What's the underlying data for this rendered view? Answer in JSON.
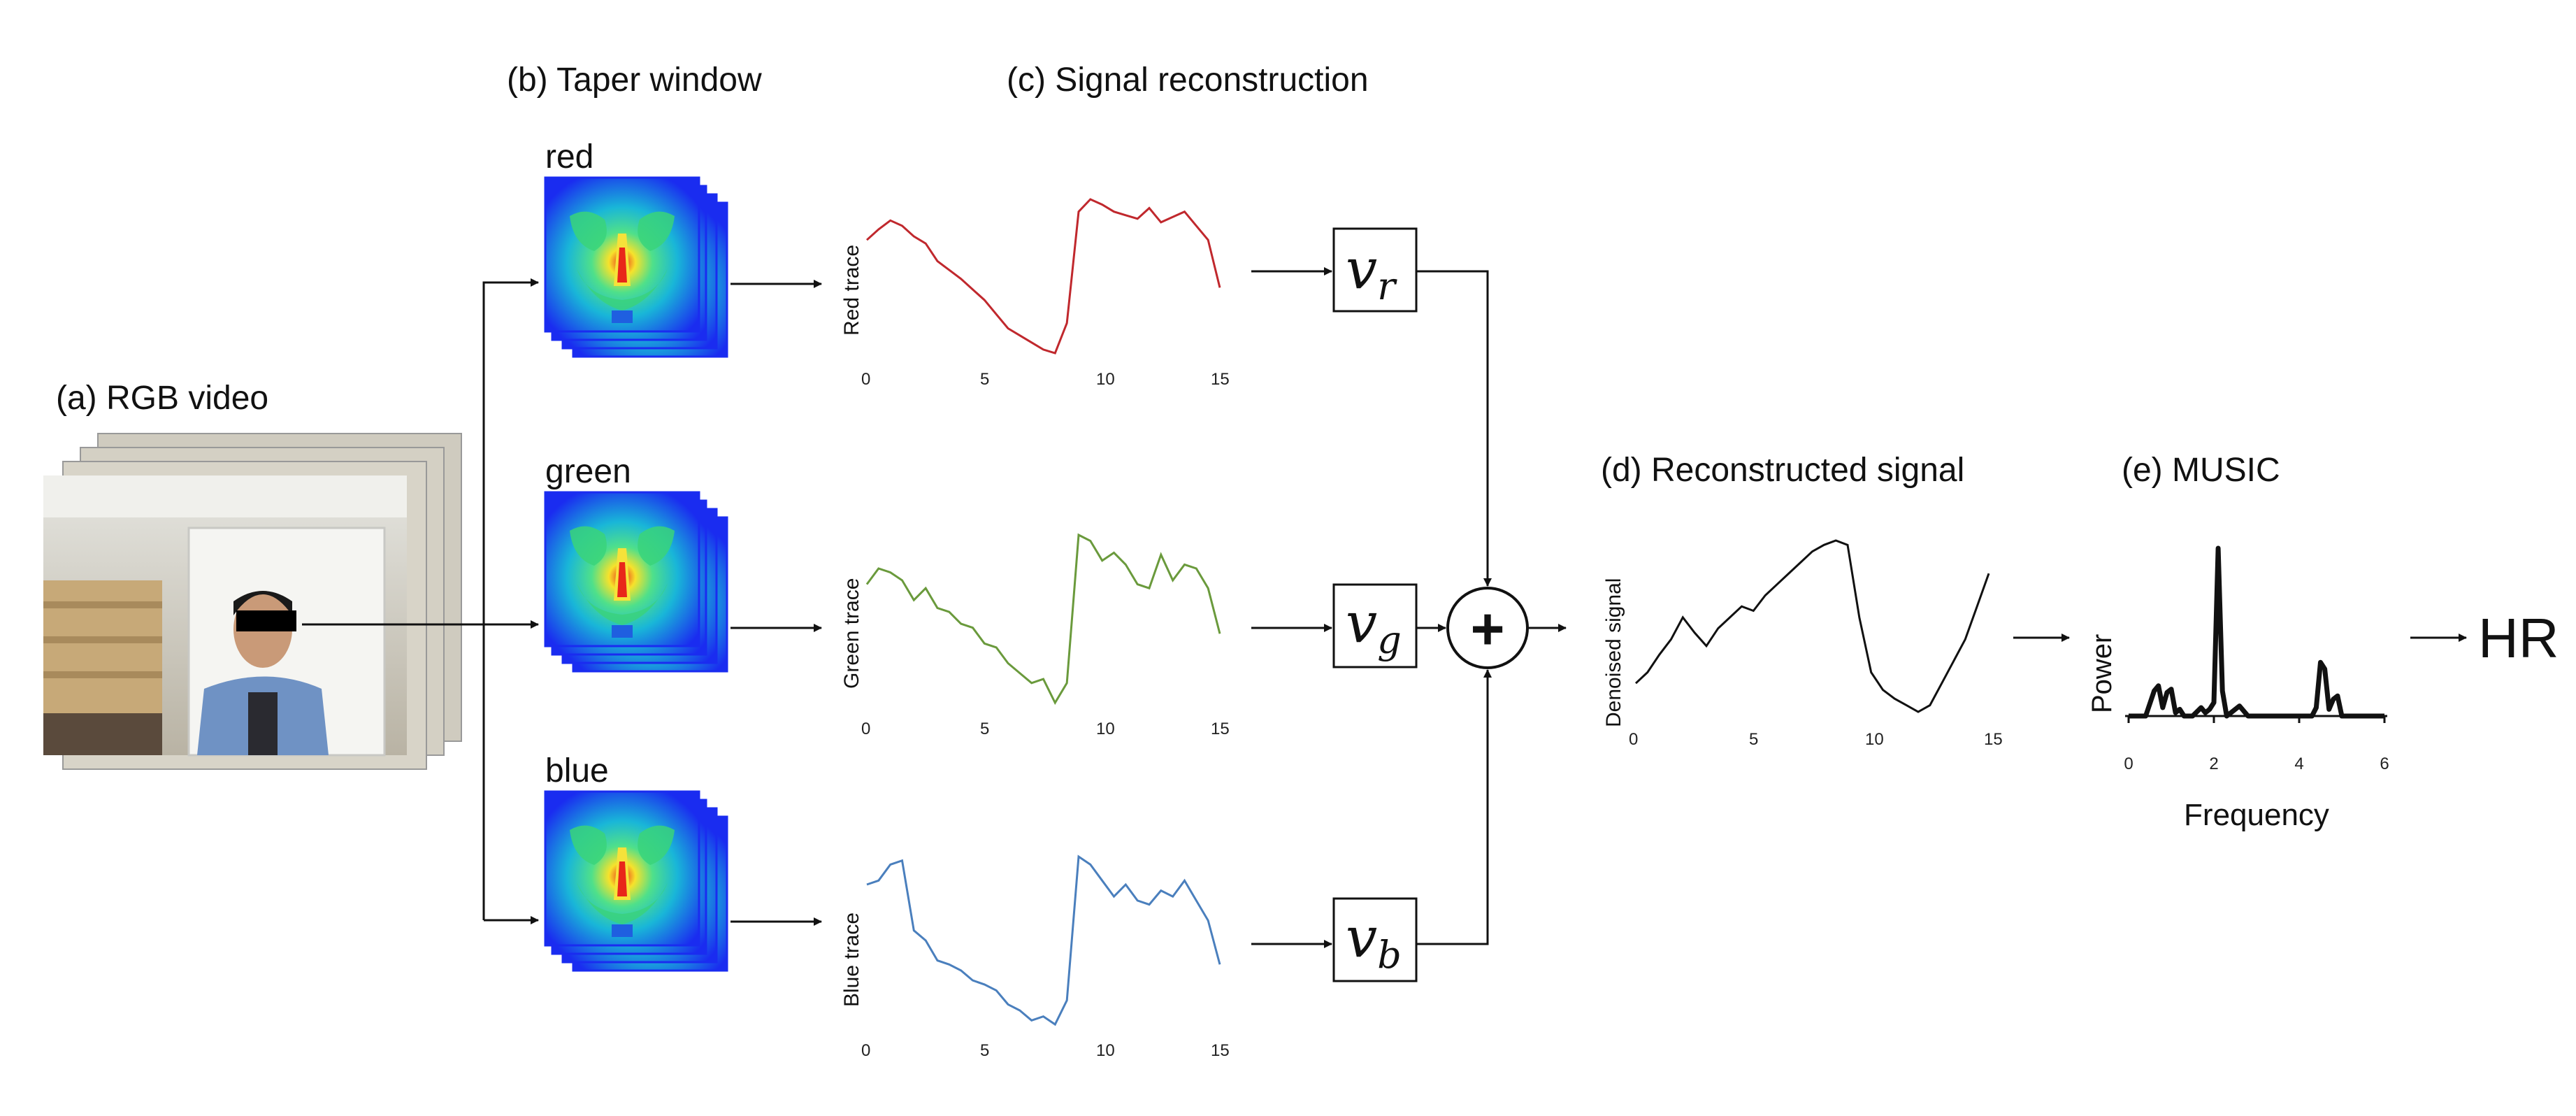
{
  "labels": {
    "a": "(a) RGB video",
    "b": "(b) Taper window",
    "c": "(c) Signal reconstruction",
    "d": "(d) Reconstructed signal",
    "e": "(e) MUSIC",
    "hr": "HR"
  },
  "channels": [
    {
      "name": "red",
      "trace_label": "Red trace",
      "weight_sym": "v",
      "weight_sub": "r",
      "color": "#c0282d"
    },
    {
      "name": "green",
      "trace_label": "Green trace",
      "weight_sym": "v",
      "weight_sub": "g",
      "color": "#6a9a3c"
    },
    {
      "name": "blue",
      "trace_label": "Blue trace",
      "weight_sym": "v",
      "weight_sub": "b",
      "color": "#4a7fbd"
    }
  ],
  "trace_ticks": [
    "0",
    "5",
    "10",
    "15"
  ],
  "sum_symbol": "+",
  "reconstructed": {
    "ylabel": "Denoised signal",
    "ticks": [
      "0",
      "5",
      "10",
      "15"
    ]
  },
  "music": {
    "ylabel": "Power",
    "xlabel": "Frequency",
    "ticks": [
      "0",
      "2",
      "4",
      "6"
    ]
  },
  "colors": {
    "line": "#111111",
    "heat_outer": "#1a2cf0",
    "heat_mid": "#2bd0a0",
    "heat_hot": "#e8261a"
  },
  "chart_data": [
    {
      "type": "line",
      "name": "Red trace",
      "xlim": [
        0,
        15
      ],
      "x": [
        0,
        0.5,
        1,
        1.5,
        2,
        2.5,
        3,
        3.5,
        4,
        4.5,
        5,
        5.5,
        6,
        6.5,
        7,
        7.5,
        8,
        8.5,
        9,
        9.5,
        10,
        10.5,
        11,
        11.5,
        12,
        12.5,
        13,
        13.5,
        14,
        14.5,
        15
      ],
      "y": [
        0.72,
        0.78,
        0.83,
        0.8,
        0.74,
        0.7,
        0.6,
        0.55,
        0.5,
        0.44,
        0.38,
        0.3,
        0.22,
        0.18,
        0.14,
        0.1,
        0.08,
        0.25,
        0.88,
        0.95,
        0.92,
        0.88,
        0.86,
        0.84,
        0.9,
        0.82,
        0.85,
        0.88,
        0.8,
        0.72,
        0.45
      ]
    },
    {
      "type": "line",
      "name": "Green trace",
      "xlim": [
        0,
        15
      ],
      "x": [
        0,
        0.5,
        1,
        1.5,
        2,
        2.5,
        3,
        3.5,
        4,
        4.5,
        5,
        5.5,
        6,
        6.5,
        7,
        7.5,
        8,
        8.5,
        9,
        9.5,
        10,
        10.5,
        11,
        11.5,
        12,
        12.5,
        13,
        13.5,
        14,
        14.5,
        15
      ],
      "y": [
        0.7,
        0.78,
        0.76,
        0.72,
        0.62,
        0.68,
        0.58,
        0.56,
        0.5,
        0.48,
        0.4,
        0.38,
        0.3,
        0.25,
        0.2,
        0.22,
        0.1,
        0.2,
        0.95,
        0.92,
        0.82,
        0.86,
        0.8,
        0.7,
        0.68,
        0.85,
        0.72,
        0.8,
        0.78,
        0.68,
        0.45
      ]
    },
    {
      "type": "line",
      "name": "Blue trace",
      "xlim": [
        0,
        15
      ],
      "x": [
        0,
        0.5,
        1,
        1.5,
        2,
        2.5,
        3,
        3.5,
        4,
        4.5,
        5,
        5.5,
        6,
        6.5,
        7,
        7.5,
        8,
        8.5,
        9,
        9.5,
        10,
        10.5,
        11,
        11.5,
        12,
        12.5,
        13,
        13.5,
        14,
        14.5,
        15
      ],
      "y": [
        0.78,
        0.8,
        0.88,
        0.9,
        0.55,
        0.5,
        0.4,
        0.38,
        0.35,
        0.3,
        0.28,
        0.25,
        0.18,
        0.15,
        0.1,
        0.12,
        0.08,
        0.2,
        0.92,
        0.88,
        0.8,
        0.72,
        0.78,
        0.7,
        0.68,
        0.75,
        0.72,
        0.8,
        0.7,
        0.6,
        0.38
      ]
    },
    {
      "type": "line",
      "name": "Denoised signal",
      "xlim": [
        0,
        15
      ],
      "x": [
        0,
        0.5,
        1,
        1.5,
        2,
        2.5,
        3,
        3.5,
        4,
        4.5,
        5,
        5.5,
        6,
        6.5,
        7,
        7.5,
        8,
        8.5,
        9,
        9.5,
        10,
        10.5,
        11,
        11.5,
        12,
        12.5,
        13,
        13.5,
        14,
        14.5,
        15
      ],
      "y": [
        0.25,
        0.3,
        0.38,
        0.45,
        0.55,
        0.48,
        0.42,
        0.5,
        0.55,
        0.6,
        0.58,
        0.65,
        0.7,
        0.75,
        0.8,
        0.85,
        0.88,
        0.9,
        0.88,
        0.55,
        0.3,
        0.22,
        0.18,
        0.15,
        0.12,
        0.15,
        0.25,
        0.35,
        0.45,
        0.6,
        0.75
      ]
    },
    {
      "type": "line",
      "name": "Power",
      "xlabel": "Frequency",
      "ylabel": "Power",
      "xlim": [
        0,
        6
      ],
      "x": [
        0,
        0.4,
        0.6,
        0.7,
        0.8,
        0.9,
        1.0,
        1.1,
        1.2,
        1.3,
        1.5,
        1.7,
        1.8,
        1.9,
        2.0,
        2.1,
        2.2,
        2.3,
        2.4,
        2.6,
        2.8,
        3.0,
        4.0,
        4.3,
        4.4,
        4.5,
        4.6,
        4.7,
        4.8,
        4.9,
        5.0,
        6.0
      ],
      "y": [
        0,
        0,
        0.15,
        0.18,
        0.05,
        0.14,
        0.16,
        0.02,
        0.04,
        0,
        0,
        0.05,
        0.02,
        0.04,
        0.08,
        1.0,
        0.15,
        0,
        0.02,
        0.06,
        0,
        0,
        0,
        0,
        0.05,
        0.32,
        0.28,
        0.04,
        0.1,
        0.12,
        0,
        0
      ]
    }
  ]
}
